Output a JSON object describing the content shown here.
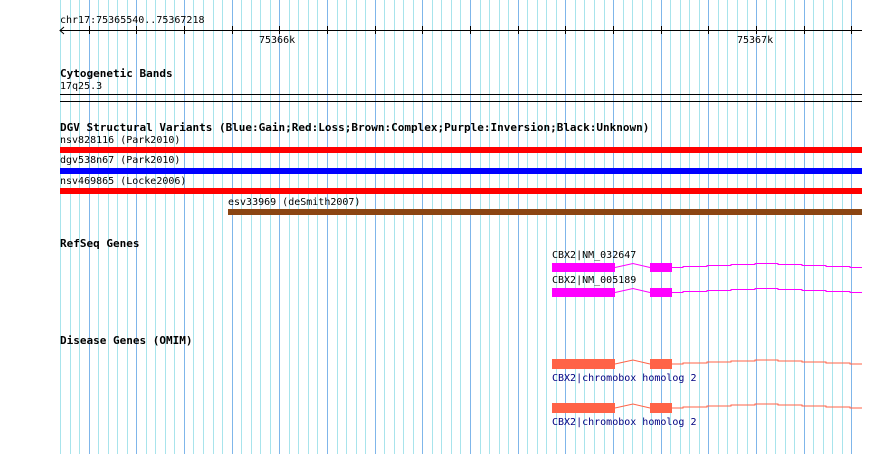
{
  "ruler": {
    "region": "chr17:75365540..75367218",
    "start": 75365540,
    "end": 75367218,
    "ticks": [
      {
        "label": "75366k",
        "pos": 75366000
      },
      {
        "label": "75367k",
        "pos": 75367000
      }
    ]
  },
  "cyto": {
    "title": "Cytogenetic Bands",
    "band": "17q25.3"
  },
  "dgv": {
    "title": "DGV Structural Variants (Blue:Gain;Red:Loss;Brown:Complex;Purple:Inversion;Black:Unknown)",
    "items": [
      {
        "label": "nsv828116 (Park2010)",
        "color": "#ff0000"
      },
      {
        "label": "dgv538n67 (Park2010)",
        "color": "#0000ff"
      },
      {
        "label": "nsv469865 (Locke2006)",
        "color": "#ff0000"
      },
      {
        "label": "esv33969 (deSmith2007)",
        "color": "#8b4513"
      }
    ]
  },
  "refseq": {
    "title": "RefSeq Genes",
    "color": "#ff00ff",
    "items": [
      {
        "label": "CBX2|NM_032647"
      },
      {
        "label": "CBX2|NM_005189"
      }
    ]
  },
  "omim": {
    "title": "Disease Genes (OMIM)",
    "color": "#ff6347",
    "items": [
      {
        "label": "CBX2|chromobox homolog 2"
      },
      {
        "label": "CBX2|chromobox homolog 2"
      }
    ]
  }
}
